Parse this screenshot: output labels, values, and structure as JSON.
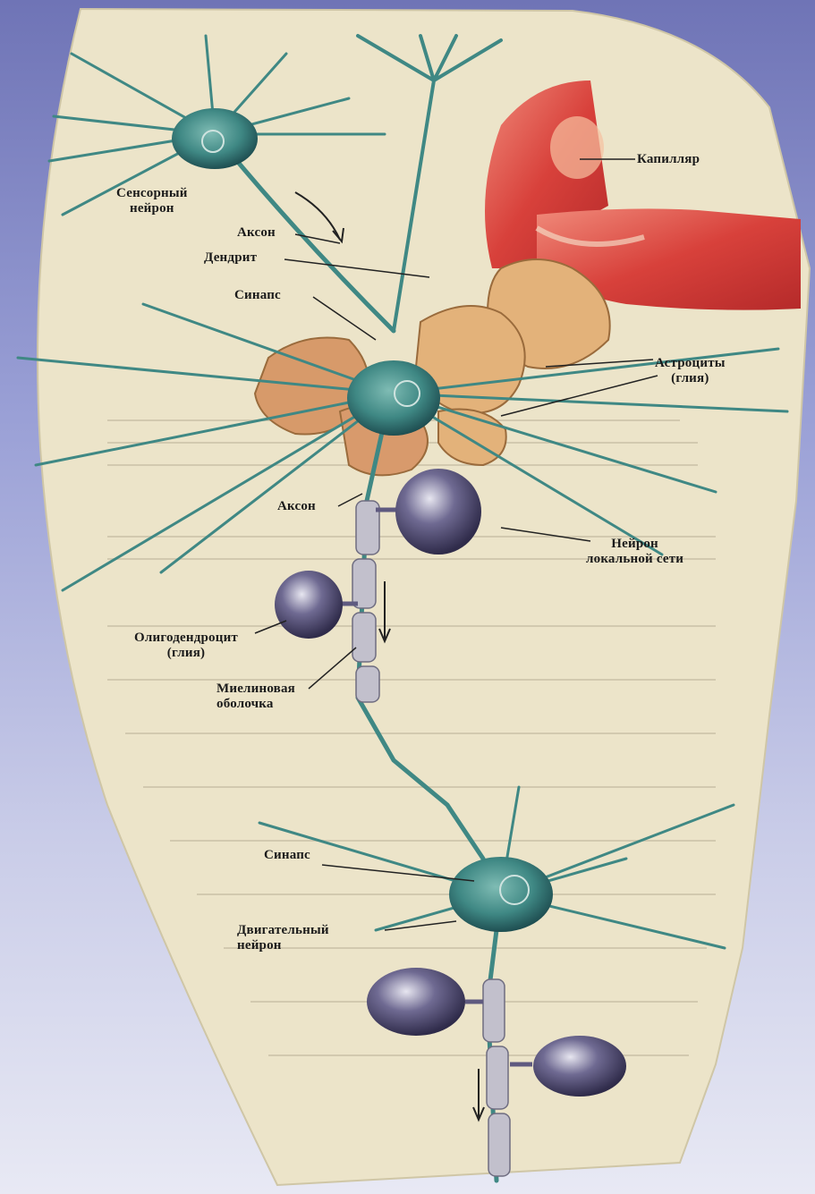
{
  "colors": {
    "paper": "#ece4c9",
    "neuron": "#3f8884",
    "neuron_dark": "#1f4f52",
    "capillary": "#d8413b",
    "astrocyte": "#e3b27a",
    "glia_cell": "#5f5a80",
    "myelin": "#c2c0cc",
    "leader": "#222222"
  },
  "labels": {
    "sensory_neuron": "Сенсорный\nнейрон",
    "capillary": "Капилляр",
    "axon_top": "Аксон",
    "dendrite": "Дендрит",
    "synapse_top": "Синапс",
    "astrocytes": "Астроциты\n(глия)",
    "axon_middle": "Аксон",
    "local_network_neuron": "Нейрон\nлокальной сети",
    "oligodendrocyte": "Олигодендроцит\n(глия)",
    "myelin_sheath": "Миелиновая\nоболочка",
    "synapse_bottom": "Синапс",
    "motor_neuron": "Двигательный\nнейрон"
  }
}
